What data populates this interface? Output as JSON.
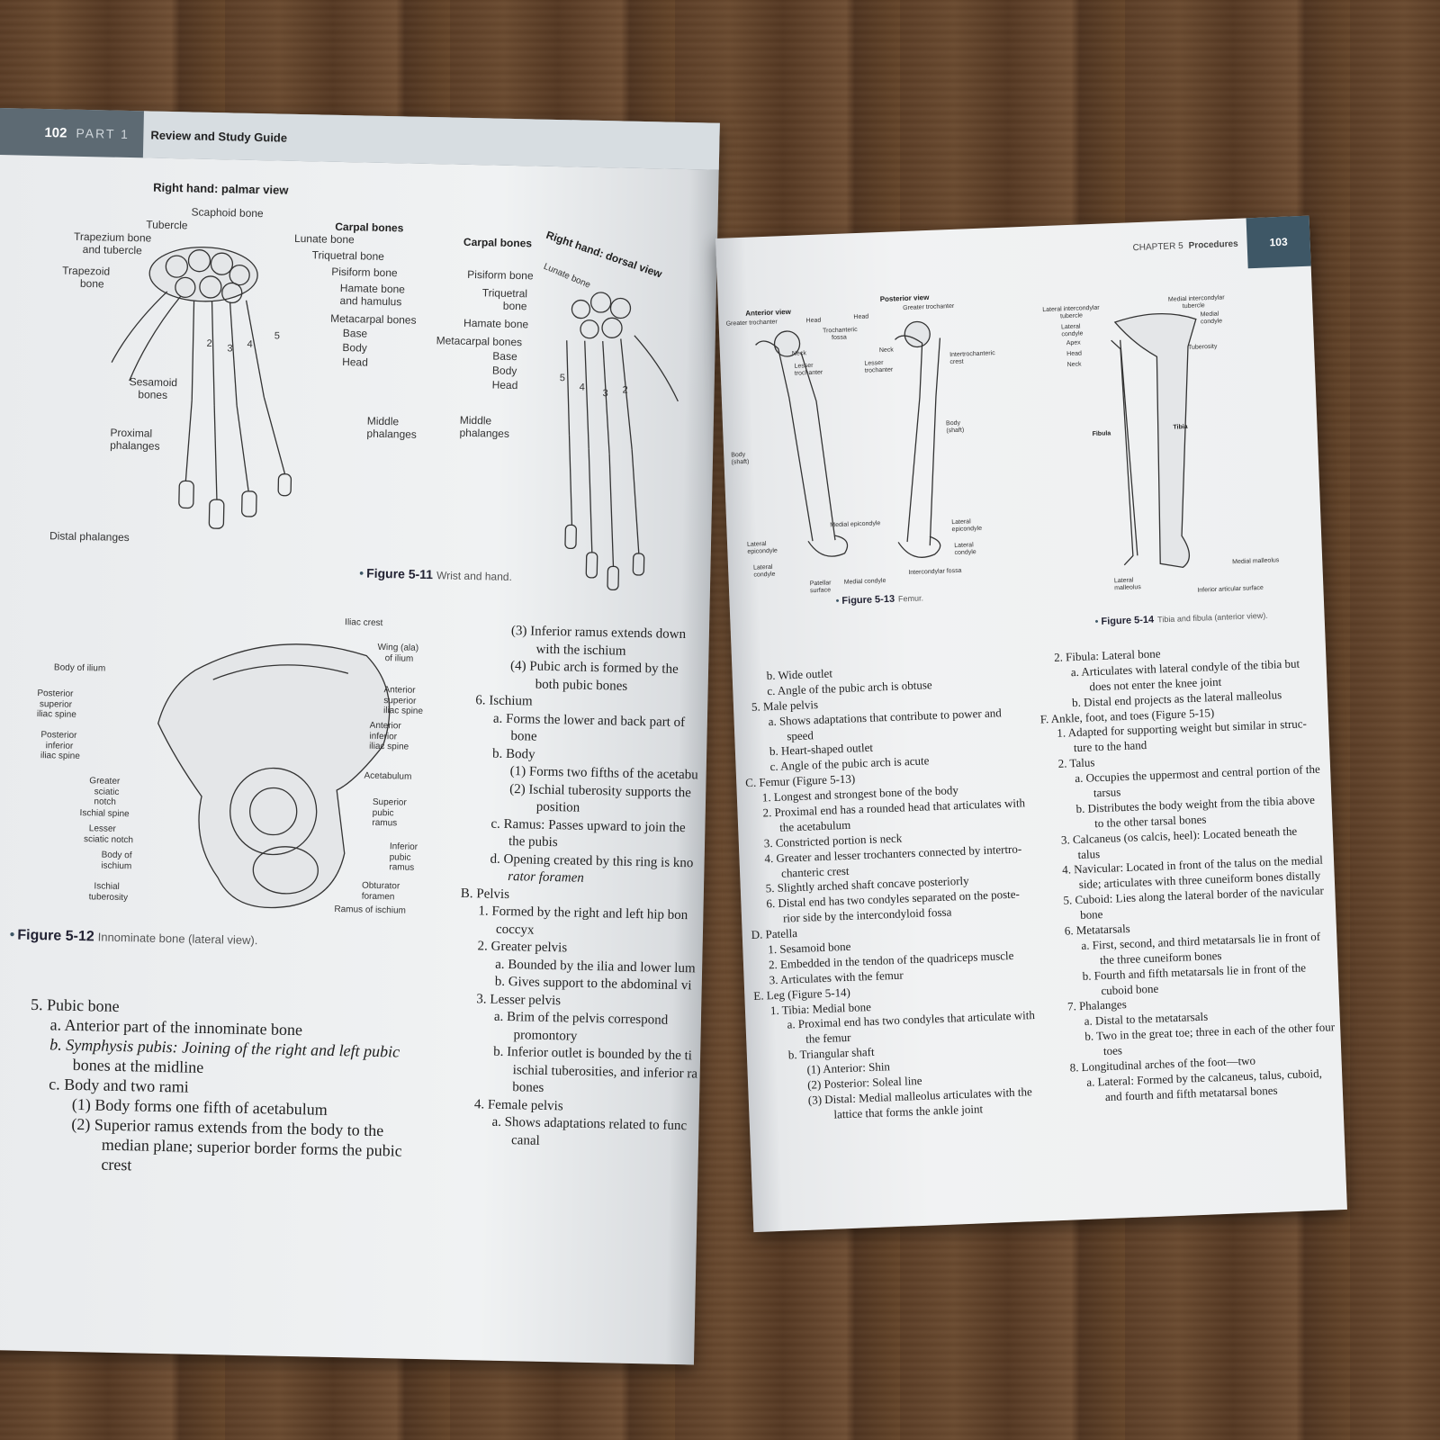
{
  "left_page": {
    "page_number": "102",
    "part": "PART 1",
    "running_title": "Review and Study Guide",
    "fig11": {
      "palmar_title": "Right hand: palmar view",
      "dorsal_title": "Right hand: dorsal view",
      "palmar_labels": {
        "scaphoid": "Scaphoid bone",
        "tubercle": "Tubercle",
        "trapezium": "Trapezium bone\n   and tubercle",
        "trapezoid": "Trapezoid\n      bone",
        "carpal": "Carpal bones",
        "lunate": "Lunate bone",
        "triquetral": "Triquetral bone",
        "pisiform": "Pisiform bone",
        "hamate": "Hamate bone\nand hamulus",
        "metacarpal": "Metacarpal bones",
        "base": "Base",
        "body": "Body",
        "head": "Head",
        "sesamoid": "Sesamoid\n   bones",
        "proximal": "Proximal\nphalanges",
        "middle": "Middle\nphalanges",
        "distal": "Distal phalanges"
      },
      "dorsal_labels": {
        "carpal": "Carpal bones",
        "lunate": "Lunate bone",
        "pisiform": "Pisiform bone",
        "triquetral": "Triquetral\n       bone",
        "hamate": "Hamate bone",
        "metacarpal": "Metacarpal bones",
        "base": "Base",
        "body": "Body",
        "head": "Head",
        "middle": "Middle\nphalanges"
      },
      "caption_num": "Figure 5-11",
      "caption_text": "Wrist and hand."
    },
    "fig12": {
      "labels": {
        "iliac_crest": "Iliac crest",
        "wing": "Wing (ala)\n   of ilium",
        "body_ilium": "Body of ilium",
        "psis": "Posterior\n superior\niliac spine",
        "piis": "Posterior\n  inferior\niliac spine",
        "asis": "Anterior\nsuperior\niliac spine",
        "aiis": "Anterior\ninferior\niliac spine",
        "acetabulum": "Acetabulum",
        "greater_sciatic": "Greater\n  sciatic\n  notch",
        "ischial_spine": "Ischial spine",
        "lesser_sciatic": "  Lesser\nsciatic notch",
        "superior_pubic": "Superior\npubic\nramus",
        "inferior_pubic": "Inferior\npubic\nramus",
        "body_ischium": "Body of\nischium",
        "obturator": "Obturator\nforamen",
        "ischial_tub": "  Ischial\ntuberosity",
        "ramus_ischium": "Ramus of ischium"
      },
      "caption_num": "Figure 5-12",
      "caption_text": "Innominate bone (lateral view)."
    },
    "col1_text": [
      "5.  Pubic bone",
      "a.  Anterior part of the innominate bone",
      "b.  Symphysis pubis: Joining of the right and left pubic",
      "bones at the midline",
      "c.  Body and two rami",
      "(1)  Body forms one fifth of acetabulum",
      "(2)  Superior ramus extends from the body to the",
      "median plane; superior border forms the pubic",
      "crest"
    ],
    "col2_text": [
      "(3)  Inferior ramus extends down",
      "with the ischium",
      "(4)  Pubic arch is formed by the",
      "both pubic bones",
      "6.  Ischium",
      "a.  Forms the lower and back part of",
      "bone",
      "b.  Body",
      "(1)  Forms two fifths of the acetabu",
      "(2)  Ischial tuberosity supports the",
      "position",
      "c.  Ramus: Passes upward to join the",
      "the pubis",
      "d.  Opening created by this ring is kno",
      "rator foramen",
      "B.  Pelvis",
      "1.  Formed by the right and left hip bon",
      "coccyx",
      "2.  Greater pelvis",
      "a.  Bounded by the ilia and lower lum",
      "b.  Gives support to the abdominal vi",
      "3.  Lesser pelvis",
      "a.  Brim of the pelvis correspond",
      "promontory",
      "b.  Inferior outlet is bounded by the ti",
      "ischial tuberosities, and inferior ra",
      "bones",
      "4.  Female pelvis",
      "a.  Shows adaptations related to func",
      "canal"
    ]
  },
  "right_page": {
    "chapter": "CHAPTER 5",
    "chapter_title": "Procedures",
    "page_number": "103",
    "fig13": {
      "anterior_title": "Anterior view",
      "posterior_title": "Posterior view",
      "labels": {
        "greater_trochanter_a": "Greater trochanter",
        "head_a": "Head",
        "neck_a": "Neck",
        "lesser_trochanter_a": "Lesser\ntrochanter",
        "body_a": "Body\n(shaft)",
        "lateral_epicondyle_a": "Lateral\nepicondyle",
        "lateral_condyle_a": "Lateral\ncondyle",
        "patellar_surface": "Patellar\nsurface",
        "medial_condyle": "Medial condyle",
        "medial_epicondyle": "Medial epicondyle",
        "head_p": "Head",
        "greater_trochanter_p": "Greater trochanter",
        "trochanteric_fossa": "Trochanteric\n     fossa",
        "neck_p": "Neck",
        "lesser_trochanter_p": "Lesser\ntrochanter",
        "intertrochanteric": "Intertrochanteric\ncrest",
        "body_p": "Body\n(shaft)",
        "lateral_epicondyle_p": "Lateral\nepicondyle",
        "lateral_condyle_p": "Lateral\ncondyle",
        "intercondylar_fossa": "Intercondylar fossa"
      },
      "caption_num": "Figure 5-13",
      "caption_text": "Femur."
    },
    "fig14": {
      "labels": {
        "lateral_intercondylar": "Lateral intercondylar\n          tubercle",
        "lateral_condyle": "Lateral\ncondyle",
        "apex": "Apex",
        "head": "Head",
        "neck": "Neck",
        "medial_intercondylar": "Medial intercondylar\n        tubercle",
        "medial_condyle": "Medial\ncondyle",
        "tuberosity": "Tuberosity",
        "fibula": "Fibula",
        "tibia": "Tibia",
        "lateral_malleolus": "Lateral\nmalleolus",
        "medial_malleolus": "Medial malleolus",
        "inferior_articular": "Inferior articular surface"
      },
      "caption_num": "Figure 5-14",
      "caption_text": "Tibia and fibula (anterior view)."
    },
    "col1_text": [
      "b.  Wide outlet",
      "c.  Angle of the pubic arch is obtuse",
      "5.  Male pelvis",
      "a.  Shows adaptations that contribute to power and",
      "speed",
      "b.  Heart-shaped outlet",
      "c.  Angle of the pubic arch is acute",
      "C.  Femur (Figure 5-13)",
      "1.  Longest and strongest bone of the body",
      "2.  Proximal end has a rounded head that articulates with",
      "the acetabulum",
      "3.  Constricted portion is neck",
      "4.  Greater and lesser trochanters connected by intertro-",
      "chanteric crest",
      "5.  Slightly arched shaft concave posteriorly",
      "6.  Distal end has two condyles separated on the poste-",
      "rior side by the intercondyloid fossa",
      "D. Patella",
      "1.  Sesamoid bone",
      "2.  Embedded in the tendon of the quadriceps muscle",
      "3.  Articulates with the femur",
      "E.  Leg (Figure 5-14)",
      "1.  Tibia: Medial bone",
      "a.  Proximal end has two condyles that articulate with",
      "the femur",
      "b.  Triangular shaft",
      "(1)  Anterior: Shin",
      "(2)  Posterior: Soleal line",
      "(3)  Distal: Medial malleolus articulates with the",
      "lattice that forms the ankle joint"
    ],
    "col2_text": [
      "2.  Fibula: Lateral bone",
      "a.  Articulates with lateral condyle of the tibia but",
      "does not enter the knee joint",
      "b.  Distal end projects as the lateral malleolus",
      "F.  Ankle, foot, and toes (Figure 5-15)",
      "1.  Adapted for supporting weight but similar in struc-",
      "ture to the hand",
      "2.  Talus",
      "a.  Occupies the uppermost and central portion of the",
      "tarsus",
      "b.  Distributes the body weight from the tibia above",
      "to the other tarsal bones",
      "3.  Calcaneus (os calcis, heel): Located beneath the",
      "talus",
      "4.  Navicular: Located in front of the talus on the medial",
      "side; articulates with three cuneiform bones distally",
      "5.  Cuboid: Lies along the lateral border of the navicular",
      "bone",
      "6.  Metatarsals",
      "a.  First, second, and third metatarsals lie in front of",
      "the three cuneiform bones",
      "b.  Fourth and fifth metatarsals lie in front of the",
      "cuboid bone",
      "7.  Phalanges",
      "a.  Distal to the metatarsals",
      "b.  Two in the great toe; three in each of the other four",
      "toes",
      "8.  Longitudinal arches of the foot—two",
      "a.  Lateral: Formed by the calcaneus, talus, cuboid,",
      "and fourth and fifth metatarsal bones"
    ]
  }
}
